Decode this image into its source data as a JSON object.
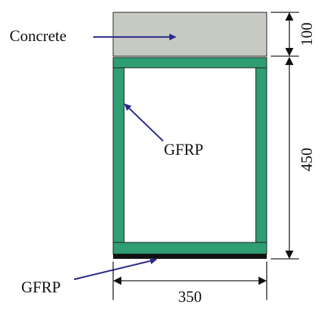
{
  "labels": {
    "concrete": "Concrete",
    "gfrp_side": "GFRP",
    "gfrp_bottom": "GFRP"
  },
  "dimensions": {
    "slab_thickness": "100",
    "web_height": "450",
    "width": "350"
  },
  "colors": {
    "concrete_fill": "#c7c9c3",
    "gfrp_green": "#2f9e72",
    "outline": "#1a1a1a",
    "arrow_blue": "#2a2a8a",
    "bottom_plate": "#111111",
    "dimension_line": "#111111"
  }
}
